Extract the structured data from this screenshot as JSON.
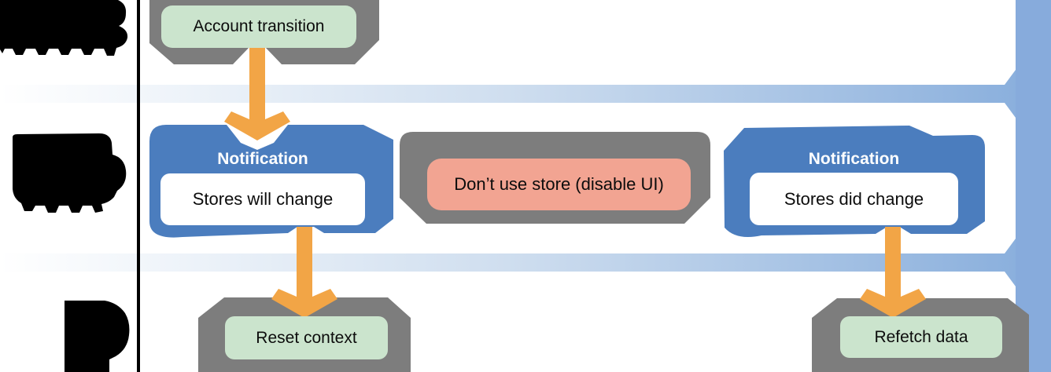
{
  "figure": {
    "type": "flow-diagram",
    "labels": {
      "account_transition": "Account transition",
      "notification1_title": "Notification",
      "notification1_body": "Stores will change",
      "dont_use_store": "Don’t use store (disable UI)",
      "notification2_title": "Notification",
      "notification2_body": "Stores did change",
      "reset_context": "Reset context",
      "refetch_data": "Refetch data"
    },
    "colors": {
      "blue_box": "#4B7DBE",
      "gray_box": "#7D7D7D",
      "green_box": "#CBE4CD",
      "salmon_box": "#F2A492",
      "white_box": "#FFFFFF",
      "arrow_orange": "#F2A546",
      "timeline_bar": "#87ABDC",
      "band_start": "#FFFFFF",
      "band_mid": "#CFDEEF",
      "band_end": "#8BB0DD",
      "blob_black": "#000000",
      "divider_black": "#000000"
    }
  }
}
